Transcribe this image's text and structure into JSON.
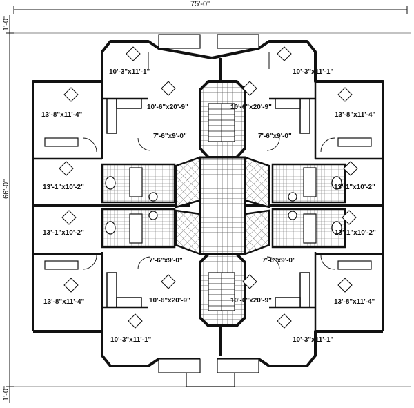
{
  "dimensions": {
    "overall_width": "75'-0\"",
    "overall_depth": "66'-0\"",
    "top_offset": "1'-0\"",
    "bottom_offset": "1'-0\""
  },
  "rooms": {
    "nook": "10'-3\"x11'-1\"",
    "living": "10'-6\"x20'-9\"",
    "bedroom_large": "13'-8\"x11'-4\"",
    "bedroom_small": "13'-1\"x10'-2\"",
    "foyer": "7'-6\"x9'-0\""
  },
  "colors": {
    "wall": "#111111",
    "tile": "#555555",
    "paper": "#ffffff"
  }
}
